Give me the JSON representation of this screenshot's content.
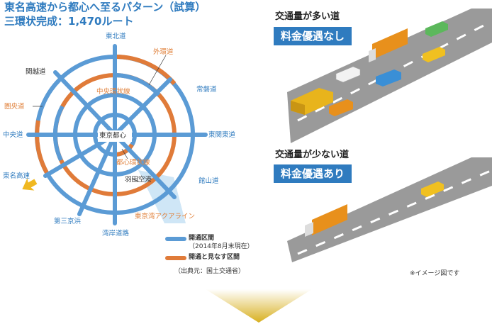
{
  "title": {
    "line1": "東名高速から都心へ至るパターン（試算）",
    "line2": "三環状完成：1,470ルート"
  },
  "labels": {
    "tohoku": "東北道",
    "kanetsu": "関越道",
    "gaikan": "外環道",
    "chuo_kanjo": "中央環状線",
    "joban": "常磐道",
    "kenodo": "圏央道",
    "chuodo": "中央道",
    "tokyo_toshin": "東京都心",
    "higashi_kanto": "東関東道",
    "toshin_kanjo": "都心環状線",
    "tomei": "東名高速",
    "haneda": "羽田空港",
    "tateyama": "館山道",
    "aqualine": "東京湾アクアライン",
    "daisan_keihin": "第三京浜",
    "wangan": "湾岸道路"
  },
  "legend": {
    "open": "開通区間",
    "open_note": "（2014年8月末現在）",
    "deemed": "開通と見なす区間",
    "source": "（出典元：国土交通省）"
  },
  "right": {
    "busy_header": "交通量が多い道",
    "busy_tag": "料金優遇なし",
    "quiet_header": "交通量が少ない道",
    "quiet_tag": "料金優遇あり",
    "note": "※イメージ図です"
  },
  "colors": {
    "open_route": "#5b9bd5",
    "deemed_route": "#e07b39",
    "accent_blue": "#2f7bbf",
    "road": "#9a9a9a",
    "truck": "#e8901c",
    "arrow": "#f0b820"
  }
}
